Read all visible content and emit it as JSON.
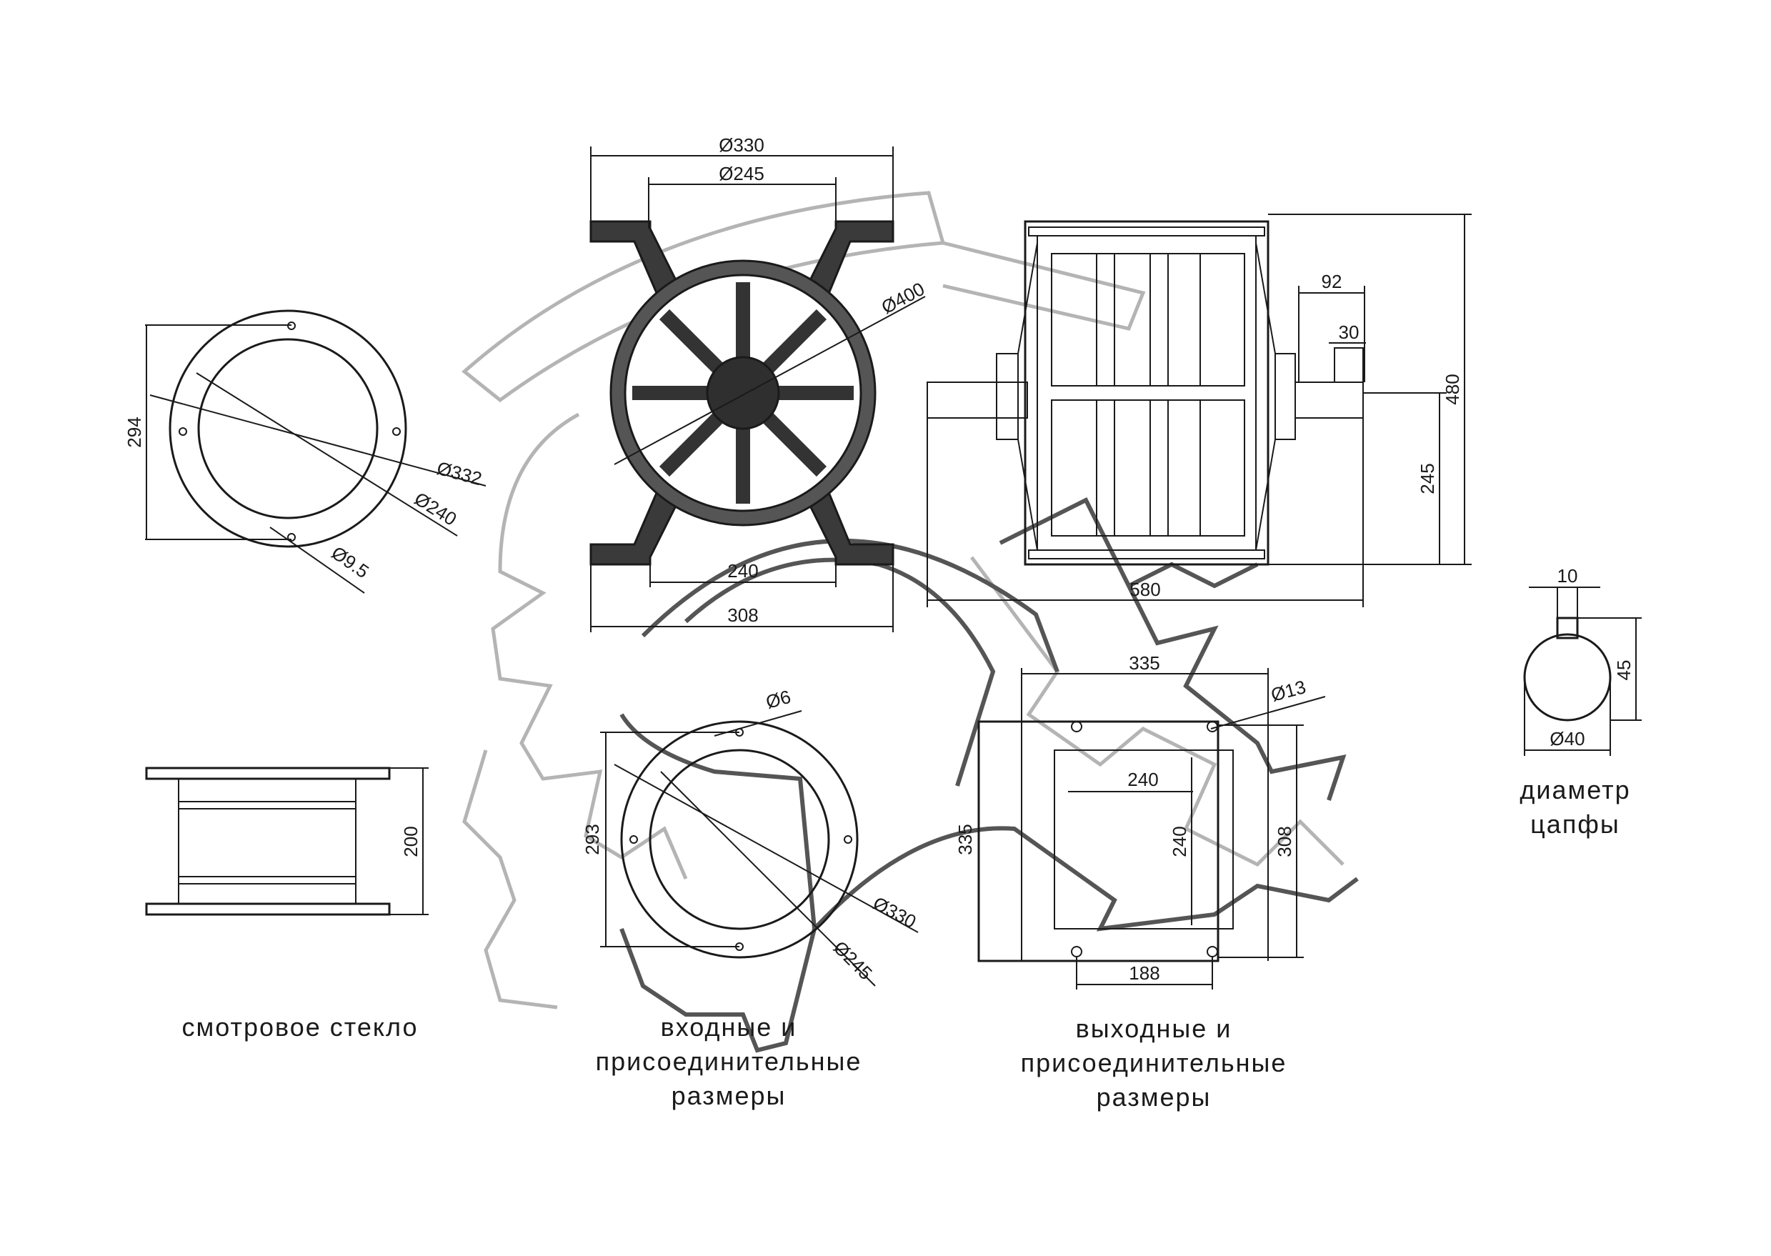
{
  "views": {
    "rotor_front": {
      "d_flange": "Ø330",
      "d_inner": "Ø245",
      "d_rotor": "Ø400",
      "bottom_inner": "240",
      "bottom_outer": "308"
    },
    "rotor_side": {
      "shaft_len": "92",
      "key_width": "30",
      "height": "480",
      "axis_height": "245",
      "length": "580"
    },
    "sight_glass_front": {
      "height": "294",
      "d_outer": "Ø332",
      "d_inner": "Ø240",
      "d_hole": "Ø9.5"
    },
    "sight_glass_side": {
      "height": "200"
    },
    "inlet": {
      "d_hole": "Ø6",
      "height": "293",
      "d_outer": "Ø330",
      "d_inner": "Ø245"
    },
    "outlet": {
      "width_top": "335",
      "d_hole": "Ø13",
      "inner_w": "240",
      "inner_h": "240",
      "height_left": "335",
      "height_right": "308",
      "hole_spacing": "188"
    },
    "trunnion": {
      "key": "10",
      "height": "45",
      "diameter": "Ø40"
    }
  },
  "captions": {
    "sight_glass": "смотровое стекло",
    "inlet": [
      "входные и",
      "присоединительные",
      "размеры"
    ],
    "outlet": [
      "выходные и",
      "присоединительные",
      "размеры"
    ],
    "trunnion": [
      "диаметр",
      "цапфы"
    ]
  }
}
